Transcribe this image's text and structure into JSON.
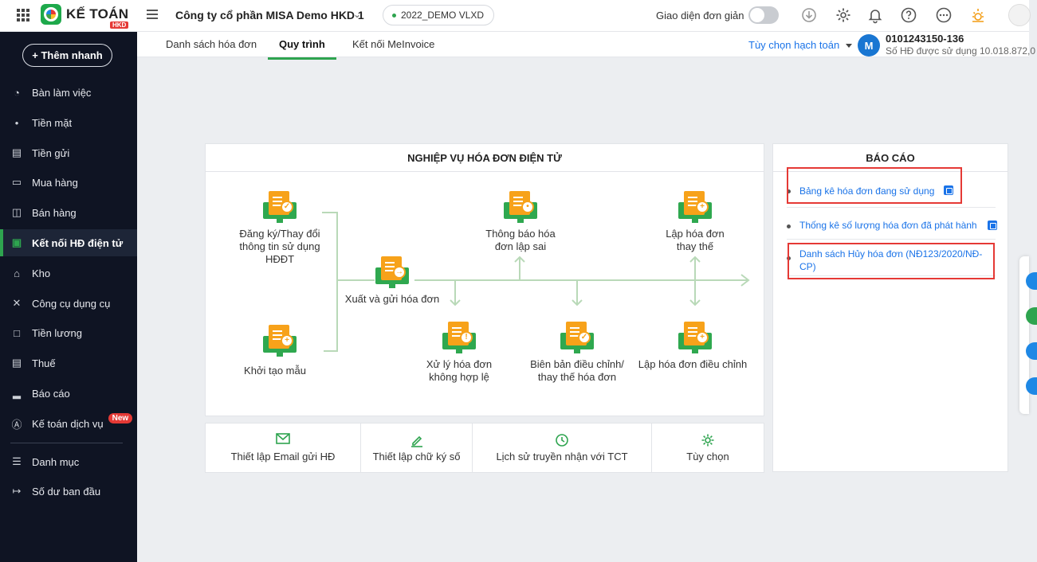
{
  "header": {
    "logo_text": "KẾ TOÁN",
    "logo_badge": "HKD",
    "company": "Công ty cổ phần MISA Demo HKD 1",
    "database": "2022_DEMO VLXD",
    "simple_ui_label": "Giao diện đơn giản"
  },
  "sidebar": {
    "add_button": "Thêm nhanh",
    "items": [
      {
        "label": "Bàn làm việc",
        "icon": "chart-icon"
      },
      {
        "label": "Tiền mặt",
        "icon": "money-bag-icon"
      },
      {
        "label": "Tiền gửi",
        "icon": "bank-icon"
      },
      {
        "label": "Mua hàng",
        "icon": "shopping-bag-icon"
      },
      {
        "label": "Bán hàng",
        "icon": "cart-icon"
      },
      {
        "label": "Kết nối HĐ điện tử",
        "icon": "e-invoice-icon"
      },
      {
        "label": "Kho",
        "icon": "warehouse-icon"
      },
      {
        "label": "Công cụ dụng cụ",
        "icon": "tools-icon"
      },
      {
        "label": "Tiền lương",
        "icon": "salary-icon"
      },
      {
        "label": "Thuế",
        "icon": "tax-icon"
      },
      {
        "label": "Báo cáo",
        "icon": "report-icon"
      },
      {
        "label": "Kế toán dịch vụ",
        "icon": "service-icon",
        "badge": "New"
      },
      {
        "label": "Danh mục",
        "icon": "list-icon"
      },
      {
        "label": "Số dư ban đầu",
        "icon": "opening-balance-icon"
      }
    ]
  },
  "tabs": [
    "Danh sách hóa đơn",
    "Quy trình",
    "Kết nối MeInvoice"
  ],
  "accounting_option": "Tùy chọn hạch toán",
  "invoice_info": {
    "logo": "M",
    "tax_code": "0101243150-136",
    "usage": "Số HĐ được sử dụng 10.018.872,0"
  },
  "process": {
    "title": "NGHIỆP VỤ HÓA ĐƠN ĐIỆN TỬ",
    "register": "Đăng ký/Thay đổi thông tin sử dụng HĐĐT",
    "init_template": "Khởi tạo mẫu",
    "issue_send": "Xuất và gửi hóa đơn",
    "notify_error": "Thông báo hóa đơn lập sai",
    "replace": "Lập hóa đơn thay thế",
    "handle_invalid": "Xử lý hóa đơn không hợp lệ",
    "minutes": "Biên bản điều chỉnh/ thay thế hóa đơn",
    "adjust": "Lập hóa đơn điều chỉnh"
  },
  "reports": {
    "title": "BÁO CÁO",
    "items": [
      "Bảng kê hóa đơn đang sử dụng",
      "Thống kê số lượng hóa đơn đã phát hành",
      "Danh sách Hủy hóa đơn (NĐ123/2020/NĐ-CP)"
    ]
  },
  "settings": [
    {
      "label": "Thiết lập Email gửi HĐ",
      "icon": "email-icon"
    },
    {
      "label": "Thiết lập chữ ký số",
      "icon": "signature-icon"
    },
    {
      "label": "Lịch sử truyền nhận với TCT",
      "icon": "history-icon"
    },
    {
      "label": "Tùy chọn",
      "icon": "gear-icon"
    }
  ],
  "colors": {
    "accent": "#2ea44f",
    "sidebar_bg": "#0f1423",
    "link": "#1a73e8",
    "highlight_box": "#e53935",
    "invoice_icon": "#f7a21a"
  }
}
